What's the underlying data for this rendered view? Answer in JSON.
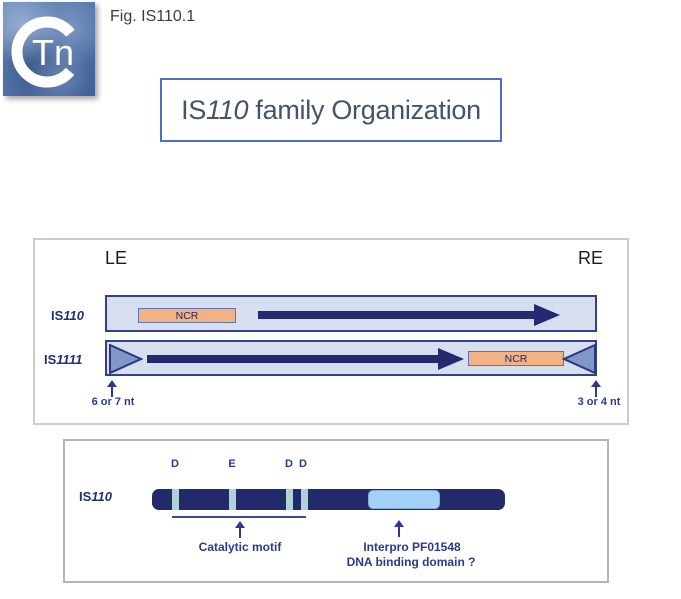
{
  "logo": {
    "monogram": "Tn"
  },
  "header": {
    "fig_label": "Fig. IS110.1"
  },
  "title": {
    "prefix": "IS",
    "italic": "110",
    "rest": " family Organization"
  },
  "organization_panel": {
    "left_end_label": "LE",
    "right_end_label": "RE",
    "rows": [
      {
        "prefix": "IS",
        "italic": "110",
        "ncr_label": "NCR"
      },
      {
        "prefix": "IS",
        "italic": "1111",
        "ncr_label": "NCR"
      }
    ],
    "left_dr_note": "6 or 7 nt",
    "right_dr_note": "3 or 4 nt"
  },
  "domain_panel": {
    "row_label": {
      "prefix": "IS",
      "italic": "110"
    },
    "residues": [
      "D",
      "E",
      "D",
      "D"
    ],
    "catalytic_label": "Catalytic motif",
    "interpro_line1": "Interpro PF01548",
    "interpro_line2": "DNA binding domain ?"
  },
  "colors": {
    "navy_arrow": "#232a70",
    "annotation_text": "#2b3a8f",
    "track_fill": "#d6def0",
    "track_border": "#33418a",
    "ncr_fill": "#f3b283",
    "ncr_border": "#5577b5",
    "triangle_fill": "#8097c7",
    "orf_bar": "#232a6b",
    "stripe": "#afd2d6",
    "domain_fill": "#a3d1f8",
    "title_border": "#4472c4",
    "title_text": "#44546a",
    "logo_blue": "#4a6fa5"
  }
}
